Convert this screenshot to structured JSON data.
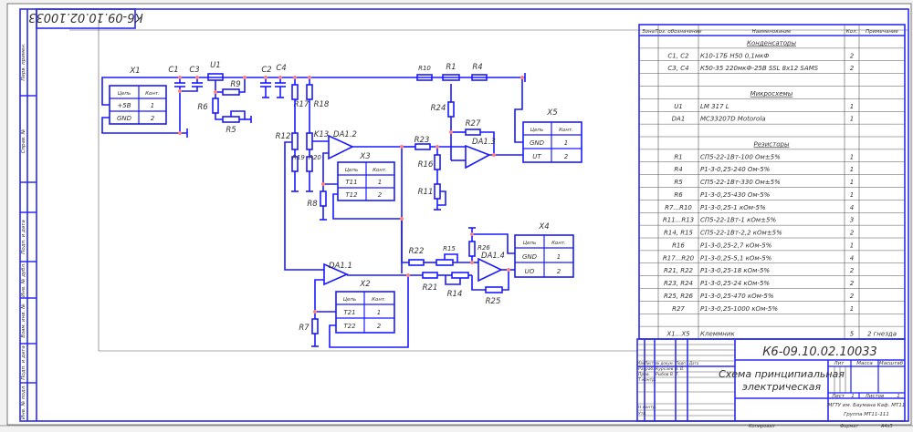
{
  "drawing": {
    "number": "К6-09.10.02.10033",
    "number_rotated": "К6-09.10.02.10033",
    "title_line1": "Схема принципиальная",
    "title_line2": "электрическая",
    "org": "МГТУ им. Баумана Каф. МТ11",
    "group": "Группа МТ11-111",
    "copied_label": "Копировал",
    "format_label": "Формат",
    "format_value": "А4х3",
    "stamp_headers": {
      "lit": "Лит",
      "mass": "Масса",
      "scale": "Масштаб"
    },
    "sheet_label": "Лист",
    "sheet_value": "1",
    "sheets_label": "Листов",
    "sheets_value": "1",
    "roles": {
      "col_izm": "Изм",
      "col_list": "Лист",
      "col_doc": "№ докум.",
      "col_sign": "Подп.",
      "col_date": "Дата",
      "razrab": "Разраб.",
      "razrab_name": "Курсаев Н. В.",
      "prov": "Пров.",
      "prov_name": "Рыбов В. Т.",
      "tkontr": "Т.контр.",
      "nkontr": "Н.контр.",
      "utv": "Утв."
    },
    "side_labels": [
      "Перв. примен.",
      "Справ. №",
      "Подп. и дата",
      "Инв. № дубл.",
      "Взам. инв. №",
      "Подп. и дата",
      "Инв. № подл."
    ]
  },
  "bom": {
    "headers": [
      "Зона",
      "Поз. обозначение",
      "Наименование",
      "Кол.",
      "Примечание"
    ],
    "rows": [
      {
        "pos": "",
        "name": "Конденсаторы",
        "qty": "",
        "note": "",
        "section": true
      },
      {
        "pos": "C1, C2",
        "name": "К10-17Б Н50 0,1мкФ",
        "qty": "2",
        "note": ""
      },
      {
        "pos": "C3, C4",
        "name": "К50-35 220мкФ-25В SSL 8х12 SAMS",
        "qty": "2",
        "note": ""
      },
      {
        "pos": "",
        "name": "",
        "qty": "",
        "note": ""
      },
      {
        "pos": "",
        "name": "Микросхемы",
        "qty": "",
        "note": "",
        "section": true
      },
      {
        "pos": "U1",
        "name": "LM 317 L",
        "qty": "1",
        "note": ""
      },
      {
        "pos": "DA1",
        "name": "MC33207D Motorola",
        "qty": "1",
        "note": ""
      },
      {
        "pos": "",
        "name": "",
        "qty": "",
        "note": ""
      },
      {
        "pos": "",
        "name": "Резисторы",
        "qty": "",
        "note": "",
        "section": true
      },
      {
        "pos": "R1",
        "name": "СП5-22-1Вт-100 Ом±5%",
        "qty": "1",
        "note": ""
      },
      {
        "pos": "R4",
        "name": "Р1-3-0,25-240 Ом-5%",
        "qty": "1",
        "note": ""
      },
      {
        "pos": "R5",
        "name": "СП5-22-1Вт-330 Ом±5%",
        "qty": "1",
        "note": ""
      },
      {
        "pos": "R6",
        "name": "Р1-3-0,25-430 Ом-5%",
        "qty": "1",
        "note": ""
      },
      {
        "pos": "R7...R10",
        "name": "Р1-3-0,25-1 кОм-5%",
        "qty": "4",
        "note": ""
      },
      {
        "pos": "R11...R13",
        "name": "СП5-22-1Вт-1 кОм±5%",
        "qty": "3",
        "note": ""
      },
      {
        "pos": "R14, R15",
        "name": "СП5-22-1Вт-2,2 кОм±5%",
        "qty": "2",
        "note": ""
      },
      {
        "pos": "R16",
        "name": "Р1-3-0,25-2,7 кОм-5%",
        "qty": "1",
        "note": ""
      },
      {
        "pos": "R17...R20",
        "name": "Р1-3-0,25-5,1 кОм-5%",
        "qty": "4",
        "note": ""
      },
      {
        "pos": "R21, R22",
        "name": "Р1-3-0,25-18 кОм-5%",
        "qty": "2",
        "note": ""
      },
      {
        "pos": "R23, R24",
        "name": "Р1-3-0,25-24 кОм-5%",
        "qty": "2",
        "note": ""
      },
      {
        "pos": "R25, R26",
        "name": "Р1-3-0,25-470 кОм-5%",
        "qty": "2",
        "note": ""
      },
      {
        "pos": "R27",
        "name": "Р1-3-0,25-1000 кОм-5%",
        "qty": "1",
        "note": ""
      },
      {
        "pos": "",
        "name": "",
        "qty": "",
        "note": ""
      },
      {
        "pos": "X1...X5",
        "name": "Клеммник",
        "qty": "5",
        "note": "2 гнезда"
      }
    ]
  },
  "schematic": {
    "connectors": {
      "X1": {
        "label": "X1",
        "h1": "Цепь",
        "h2": "Конт.",
        "rows": [
          [
            "+5В",
            "1"
          ],
          [
            "GND",
            "2"
          ]
        ]
      },
      "X2": {
        "label": "X2",
        "h1": "Цепь",
        "h2": "Конт.",
        "rows": [
          [
            "Т21",
            "1"
          ],
          [
            "Т22",
            "2"
          ]
        ]
      },
      "X3": {
        "label": "X3",
        "h1": "Цепь",
        "h2": "Конт.",
        "rows": [
          [
            "Т11",
            "1"
          ],
          [
            "Т12",
            "2"
          ]
        ]
      },
      "X4": {
        "label": "X4",
        "h1": "Цепь",
        "h2": "Конт.",
        "rows": [
          [
            "GND",
            "1"
          ],
          [
            "UO",
            "2"
          ]
        ]
      },
      "X5": {
        "label": "X5",
        "h1": "Цепь",
        "h2": "Конт.",
        "rows": [
          [
            "GND",
            "1"
          ],
          [
            "UT",
            "2"
          ]
        ]
      }
    },
    "labels": {
      "C1": "C1",
      "C2": "C2",
      "C3": "C3",
      "C4": "C4",
      "U1": "U1",
      "R1": "R1",
      "R4": "R4",
      "R5": "R5",
      "R6": "R6",
      "R7": "R7",
      "R8": "R8",
      "R9": "R9",
      "R10": "R10",
      "R11": "R11",
      "R12": "R12",
      "R13": "K13",
      "R14": "R14",
      "R15": "R15",
      "R16": "R16",
      "R17": "R17",
      "R18": "R18",
      "R19": "R19",
      "R20": "R20",
      "R21": "R21",
      "R22": "R22",
      "R23": "R23",
      "R24": "R24",
      "R25": "R25",
      "R26": "R26",
      "R27": "R27",
      "DA11": "DA1.1",
      "DA12": "DA1.2",
      "DA13": "DA1.3",
      "DA14": "DA1.4"
    }
  }
}
